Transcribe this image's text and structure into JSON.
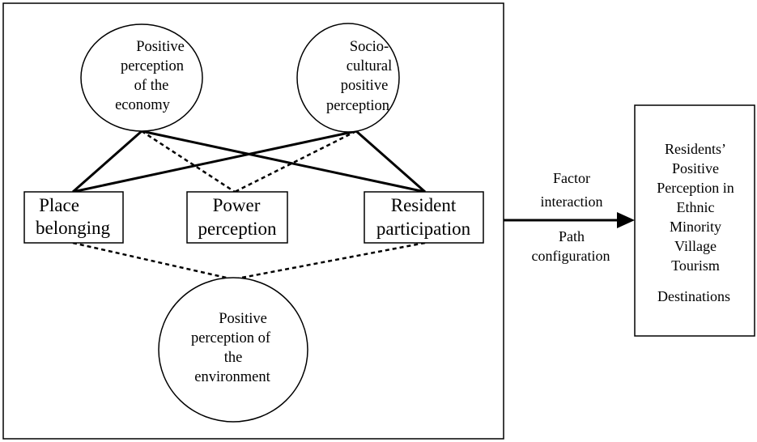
{
  "diagram": {
    "economy": {
      "lines": [
        "Positive",
        "perception",
        "of the",
        "economy"
      ]
    },
    "sociocultural": {
      "lines": [
        "Socio-",
        "cultural",
        "positive",
        "perception"
      ]
    },
    "place": {
      "lines": [
        "Place",
        "belonging"
      ]
    },
    "power": {
      "lines": [
        "Power",
        "perception"
      ]
    },
    "resident": {
      "lines": [
        "Resident",
        "participation"
      ]
    },
    "environment": {
      "lines": [
        "Positive",
        "perception of",
        "the",
        "environment"
      ]
    },
    "arrow": {
      "upper": [
        "Factor",
        "interaction"
      ],
      "lower": [
        "Path",
        "configuration"
      ]
    },
    "outcome": {
      "lines": [
        "Residents’",
        "Positive",
        "Perception in",
        "Ethnic",
        "Minority",
        "Village",
        "Tourism",
        "Destinations"
      ]
    }
  }
}
